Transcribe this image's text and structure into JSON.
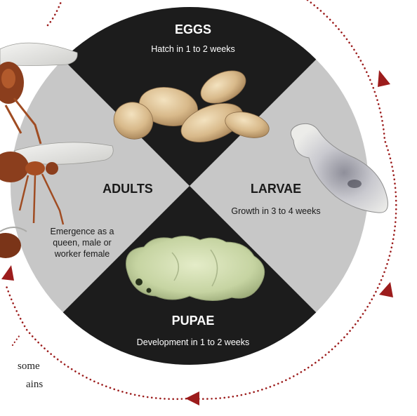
{
  "stages": {
    "eggs": {
      "title": "EGGS",
      "desc": [
        "Hatch in 1 to 2 weeks"
      ]
    },
    "larvae": {
      "title": "LARVAE",
      "desc": [
        "Growth in 3 to 4 weeks"
      ]
    },
    "pupae": {
      "title": "PUPAE",
      "desc": [
        "Development in 1 to 2 weeks"
      ]
    },
    "adults": {
      "title": "ADULTS",
      "desc": [
        "Emergence as a",
        "queen, male or",
        "worker female"
      ]
    }
  },
  "cut_text": [
    "some",
    "ains"
  ],
  "colors": {
    "dark": "#1c1c1c",
    "light": "#c7c7c7",
    "white_text": "#ffffff",
    "dark_text": "#1a1a1a",
    "cycle_arrow": "#9c1c1c"
  }
}
